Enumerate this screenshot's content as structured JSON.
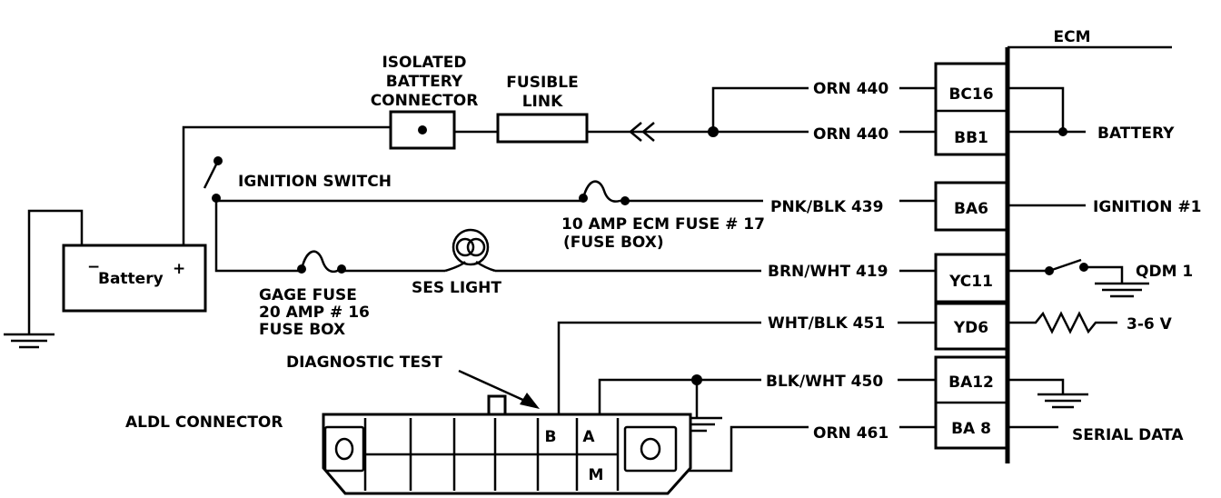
{
  "ecm": {
    "title": "ECM",
    "pins": [
      {
        "id": "BC16",
        "wire": "ORN 440"
      },
      {
        "id": "BB1",
        "wire": "ORN 440"
      },
      {
        "id": "BA6",
        "wire": "PNK/BLK  439"
      },
      {
        "id": "YC11",
        "wire": "BRN/WHT 419"
      },
      {
        "id": "YD6",
        "wire": "WHT/BLK 451"
      },
      {
        "id": "BA12",
        "wire": "BLK/WHT 450"
      },
      {
        "id": "BA 8",
        "wire": "ORN 461"
      }
    ],
    "outputs": {
      "battery": "BATTERY",
      "ignition": "IGNITION #1",
      "qdm": "QDM 1",
      "voltage": "3-6 V",
      "serial": "SERIAL DATA"
    }
  },
  "components": {
    "battery": {
      "label": "Battery",
      "minus": "−",
      "plus": "+"
    },
    "isolated_connector": [
      "ISOLATED",
      "BATTERY",
      "CONNECTOR"
    ],
    "fusible_link": [
      "FUSIBLE",
      "LINK"
    ],
    "ignition_switch": "IGNITION SWITCH",
    "ecm_fuse": [
      "10 AMP ECM FUSE  # 17",
      "(FUSE BOX)"
    ],
    "gage_fuse": [
      "GAGE FUSE",
      "20 AMP  # 16",
      "FUSE BOX"
    ],
    "ses_light": "SES  LIGHT",
    "diagnostic_test": "DIAGNOSTIC TEST",
    "aldl": {
      "label": "ALDL CONNECTOR",
      "terminals": [
        "B",
        "A",
        "M"
      ]
    }
  }
}
